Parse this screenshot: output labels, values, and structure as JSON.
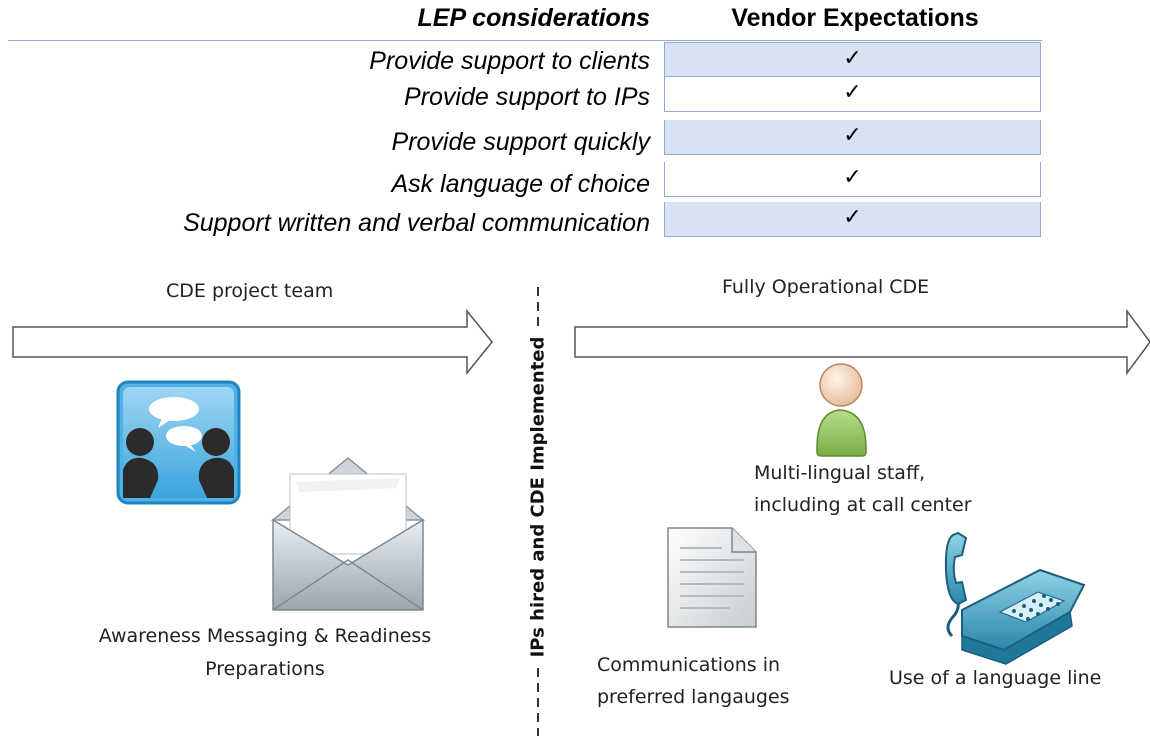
{
  "table": {
    "header_lep": "LEP considerations",
    "header_vendor": "Vendor Expectations",
    "rows": [
      {
        "label": "Provide support to clients",
        "mark": "✓"
      },
      {
        "label": "Provide support to IPs",
        "mark": "✓"
      },
      {
        "label": "Provide support quickly",
        "mark": "✓"
      },
      {
        "label": "Ask language of choice",
        "mark": "✓"
      },
      {
        "label": "Support written and verbal communication",
        "mark": "✓"
      }
    ]
  },
  "diagram": {
    "left_arrow_label": "CDE project team",
    "right_arrow_label": "Fully Operational CDE",
    "divider_label": "IPs hired and CDE Implemented",
    "awareness_label_line1": "Awareness Messaging & Readiness",
    "awareness_label_line2": "Preparations",
    "staff_label_line1": "Multi-lingual staff,",
    "staff_label_line2": "including at call center",
    "comms_label_line1": "Communications in",
    "comms_label_line2": "preferred langauges",
    "phone_label": "Use of a language line"
  }
}
